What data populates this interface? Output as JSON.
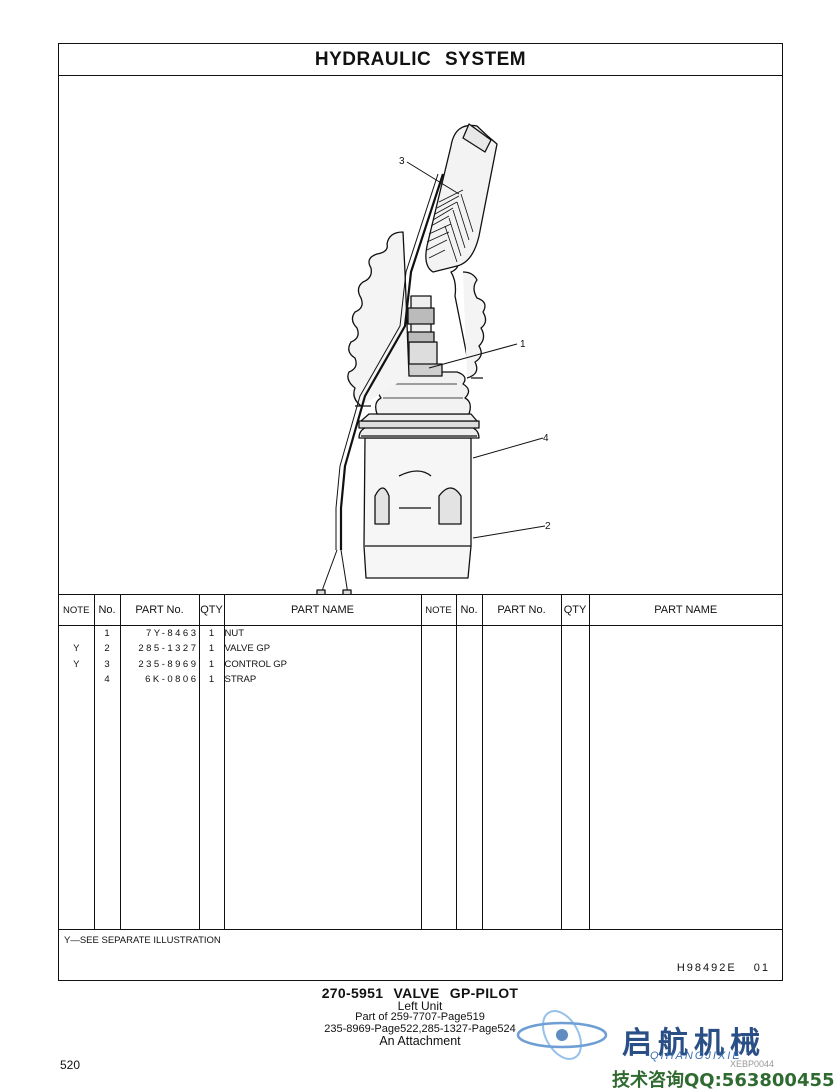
{
  "title": "HYDRAULIC SYSTEM",
  "callouts": [
    "3",
    "1",
    "4",
    "2"
  ],
  "table": {
    "headers": [
      "NOTE",
      "No.",
      "PART No.",
      "QTY",
      "PART NAME",
      "NOTE",
      "No.",
      "PART No.",
      "QTY",
      "PART NAME"
    ],
    "rows": [
      {
        "note": "",
        "no": "1",
        "part_no": "7Y-8463",
        "qty": "1",
        "name": "NUT"
      },
      {
        "note": "Y",
        "no": "2",
        "part_no": "285-1327",
        "qty": "1",
        "name": "VALVE GP"
      },
      {
        "note": "Y",
        "no": "3",
        "part_no": "235-8969",
        "qty": "1",
        "name": "CONTROL GP"
      },
      {
        "note": "",
        "no": "4",
        "part_no": "6K-0806",
        "qty": "1",
        "name": "STRAP"
      }
    ]
  },
  "footnote": "Y—SEE SEPARATE ILLUSTRATION",
  "doc_ref": "H98492E 01",
  "caption": {
    "line1": "270-5951 VALVE GP-PILOT",
    "line2": "Left Unit",
    "line3": "Part of 259-7707-Page519",
    "line4": "235-8969-Page522,285-1327-Page524",
    "line5": "An Attachment"
  },
  "page_number": "520",
  "watermark": {
    "chinese": "启航机械",
    "pinyin": "QIHANGJIXIE",
    "code": "XEBP0044",
    "contact": "技术咨询QQ:563800455",
    "colors": {
      "brand": "#2a4f86",
      "accent": "#3a6fb2",
      "contact": "#2f6a30"
    }
  }
}
